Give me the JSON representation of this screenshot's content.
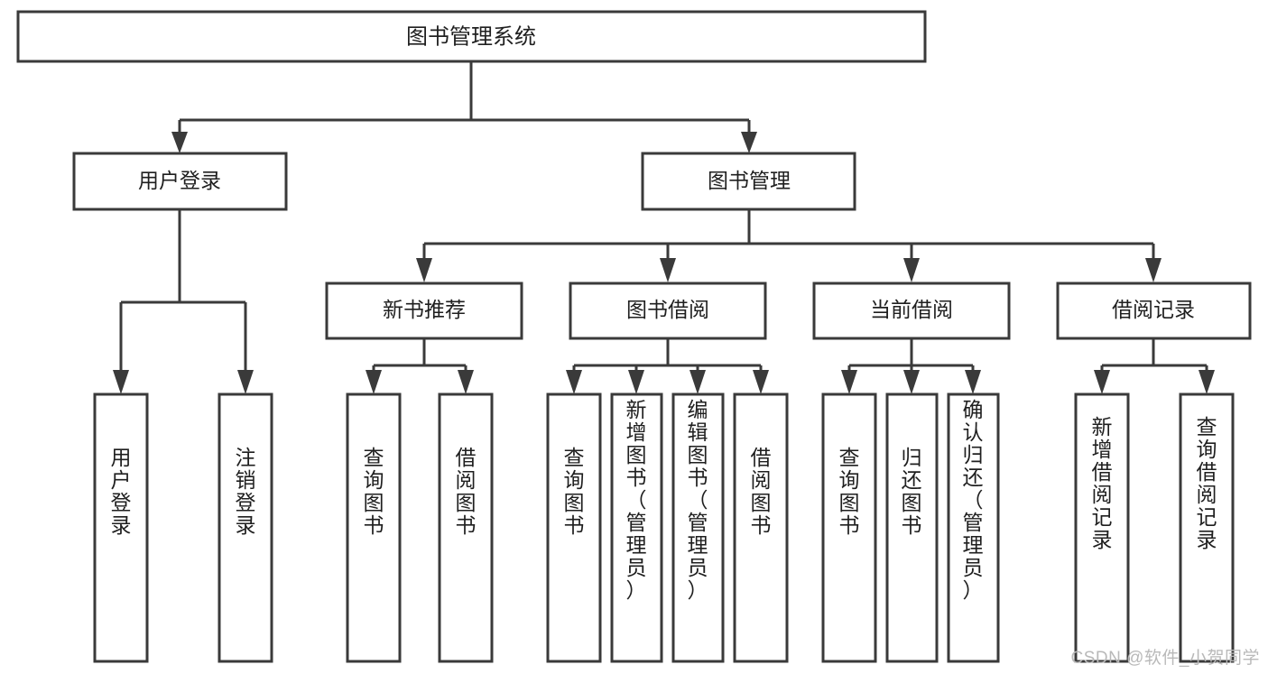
{
  "diagram": {
    "type": "tree",
    "title": "图书管理系统",
    "orientation": "top-down",
    "root": {
      "id": "root",
      "label": "图书管理系统",
      "level": 0
    },
    "level2": [
      {
        "id": "user-login",
        "label": "用户登录"
      },
      {
        "id": "book-manage",
        "label": "图书管理"
      }
    ],
    "level3": [
      {
        "id": "new-book-rec",
        "label": "新书推荐",
        "parent": "book-manage"
      },
      {
        "id": "book-borrow",
        "label": "图书借阅",
        "parent": "book-manage"
      },
      {
        "id": "current-borrow",
        "label": "当前借阅",
        "parent": "book-manage"
      },
      {
        "id": "borrow-record",
        "label": "借阅记录",
        "parent": "book-manage"
      }
    ],
    "leaves": [
      {
        "id": "leaf-user-login",
        "label": "用户登录",
        "parent": "user-login"
      },
      {
        "id": "leaf-logout-login",
        "label": "注销登录",
        "parent": "user-login"
      },
      {
        "id": "leaf-query-book-1",
        "label": "查询图书",
        "parent": "new-book-rec"
      },
      {
        "id": "leaf-borrow-book-1",
        "label": "借阅图书",
        "parent": "new-book-rec"
      },
      {
        "id": "leaf-query-book-2",
        "label": "查询图书",
        "parent": "book-borrow"
      },
      {
        "id": "leaf-add-book",
        "label": "新增图书（管理员）",
        "parent": "book-borrow"
      },
      {
        "id": "leaf-edit-book",
        "label": "编辑图书（管理员）",
        "parent": "book-borrow"
      },
      {
        "id": "leaf-borrow-book-2",
        "label": "借阅图书",
        "parent": "book-borrow"
      },
      {
        "id": "leaf-query-book-3",
        "label": "查询图书",
        "parent": "current-borrow"
      },
      {
        "id": "leaf-return-book",
        "label": "归还图书",
        "parent": "current-borrow"
      },
      {
        "id": "leaf-confirm-return",
        "label": "确认归还（管理员）",
        "parent": "current-borrow"
      },
      {
        "id": "leaf-add-record",
        "label": "新增借阅记录",
        "parent": "borrow-record"
      },
      {
        "id": "leaf-query-record",
        "label": "查询借阅记录",
        "parent": "borrow-record"
      }
    ]
  },
  "watermark": {
    "text": "CSDN @软件_小贺同学"
  },
  "colors": {
    "stroke": "#3a3a3a",
    "fill": "#ffffff",
    "text": "#1f1f1f",
    "watermark": "#b9b9b9",
    "background": "#ffffff"
  }
}
